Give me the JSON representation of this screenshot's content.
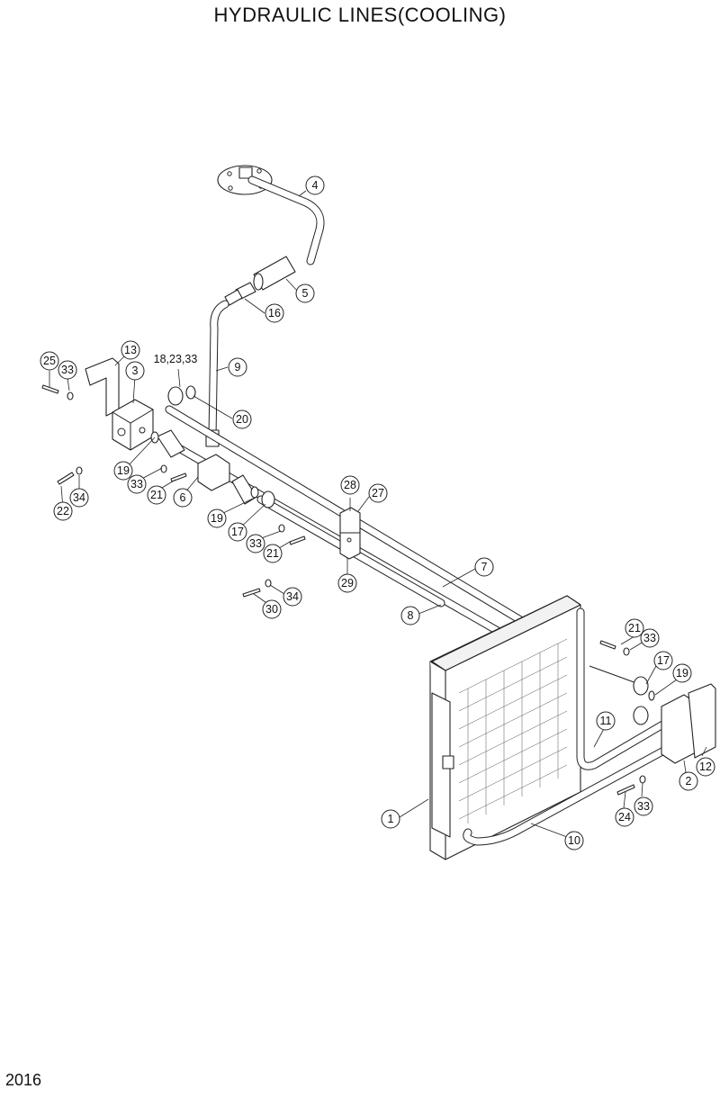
{
  "title": "HYDRAULIC LINES(COOLING)",
  "page_number": "2016",
  "callouts": [
    {
      "id": "c4",
      "label": "4"
    },
    {
      "id": "c5",
      "label": "5"
    },
    {
      "id": "c16",
      "label": "16"
    },
    {
      "id": "c9",
      "label": "9"
    },
    {
      "id": "c18",
      "label": "18,23,33"
    },
    {
      "id": "c20",
      "label": "20"
    },
    {
      "id": "c13",
      "label": "13"
    },
    {
      "id": "c3",
      "label": "3"
    },
    {
      "id": "c25",
      "label": "25"
    },
    {
      "id": "c33a",
      "label": "33"
    },
    {
      "id": "c19a",
      "label": "19"
    },
    {
      "id": "c33b",
      "label": "33"
    },
    {
      "id": "c21a",
      "label": "21"
    },
    {
      "id": "c6",
      "label": "6"
    },
    {
      "id": "c22",
      "label": "22"
    },
    {
      "id": "c34a",
      "label": "34"
    },
    {
      "id": "c19b",
      "label": "19"
    },
    {
      "id": "c17a",
      "label": "17"
    },
    {
      "id": "c33c",
      "label": "33"
    },
    {
      "id": "c21b",
      "label": "21"
    },
    {
      "id": "c28",
      "label": "28"
    },
    {
      "id": "c27",
      "label": "27"
    },
    {
      "id": "c29",
      "label": "29"
    },
    {
      "id": "c7",
      "label": "7"
    },
    {
      "id": "c8",
      "label": "8"
    },
    {
      "id": "c34b",
      "label": "34"
    },
    {
      "id": "c30",
      "label": "30"
    },
    {
      "id": "c21c",
      "label": "21"
    },
    {
      "id": "c33d",
      "label": "33"
    },
    {
      "id": "c17b",
      "label": "17"
    },
    {
      "id": "c19c",
      "label": "19"
    },
    {
      "id": "c11",
      "label": "11"
    },
    {
      "id": "c2",
      "label": "2"
    },
    {
      "id": "c12",
      "label": "12"
    },
    {
      "id": "c24",
      "label": "24"
    },
    {
      "id": "c33e",
      "label": "33"
    },
    {
      "id": "c1",
      "label": "1"
    },
    {
      "id": "c10",
      "label": "10"
    }
  ]
}
